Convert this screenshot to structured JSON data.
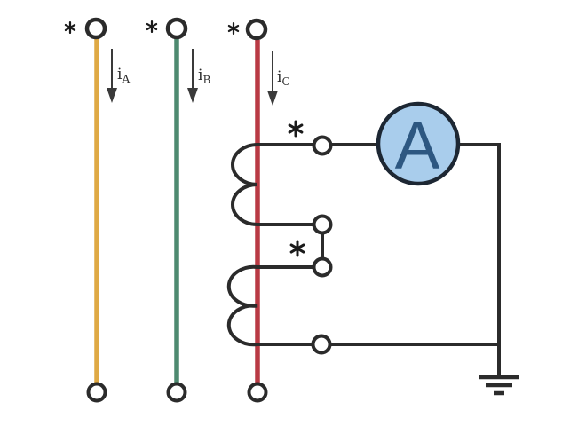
{
  "labels": {
    "phase_a_current": {
      "base": "i",
      "sub": "A"
    },
    "phase_b_current": {
      "base": "i",
      "sub": "B"
    },
    "phase_c_current": {
      "base": "i",
      "sub": "C"
    },
    "ammeter": "A"
  },
  "icons": {
    "polarity_mark": "*",
    "current_arrow": "↓",
    "ground": "⏚"
  },
  "colors": {
    "phase_a_wire": "#dfa944",
    "phase_b_wire": "#4e8a70",
    "phase_c_wire": "#b93a44",
    "wire": "#2b2b2b",
    "arrow": "#3a3a3a",
    "polarity_mark": "#1a1a1a",
    "ammeter_fill": "#a9cdec",
    "ammeter_stroke": "#1d2733",
    "ammeter_letter": "#2d5781",
    "background": "#ffffff"
  }
}
